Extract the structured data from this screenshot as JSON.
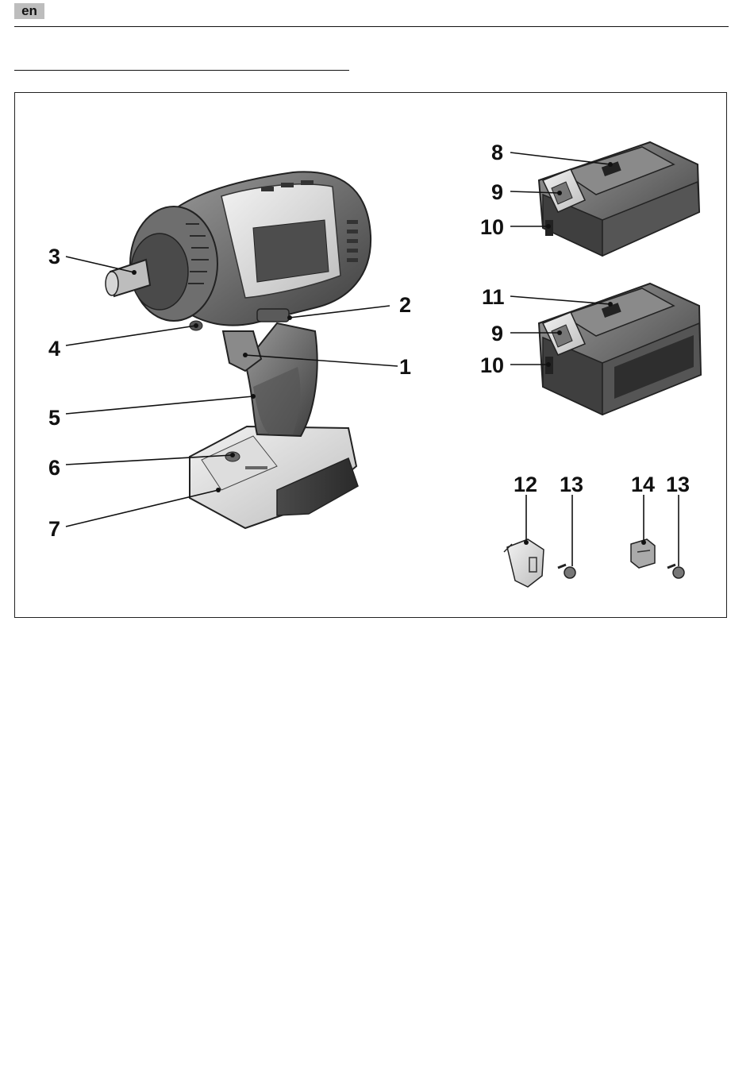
{
  "header": {
    "language": "en"
  },
  "figure": {
    "callouts": [
      "1",
      "2",
      "3",
      "4",
      "5",
      "6",
      "7",
      "8",
      "9",
      "10",
      "11",
      "9",
      "10",
      "12",
      "13",
      "14",
      "13"
    ]
  }
}
